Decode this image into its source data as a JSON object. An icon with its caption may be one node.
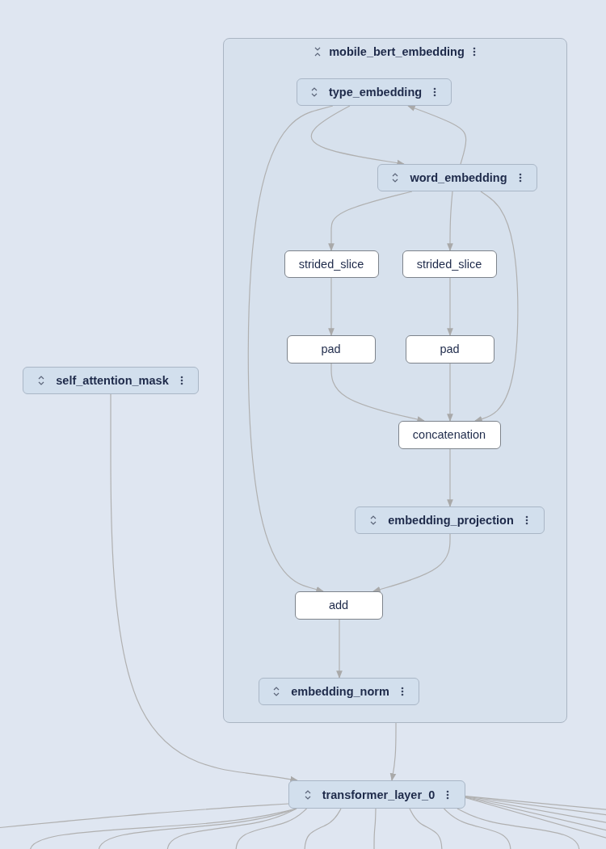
{
  "diagram": {
    "nodes": [
      {
        "text": [
          "mobile_bert_embedding"
        ]
      },
      {
        "text": [
          "type_embedding"
        ],
        "in": 0
      },
      {
        "text": [
          "word_embedding"
        ],
        "in": 0
      },
      {
        "text": [
          "strided_slice"
        ],
        "in": 0
      },
      {
        "text": [
          "strided_slice"
        ],
        "in": 0
      },
      {
        "text": [
          "pad"
        ],
        "in": 0
      },
      {
        "text": [
          "pad"
        ],
        "in": 0
      },
      {
        "text": [
          "concatenation"
        ],
        "in": 0
      },
      {
        "text": [
          "embedding_projection"
        ],
        "in": 0
      },
      {
        "text": [
          "add"
        ],
        "in": 0
      },
      {
        "text": [
          "embedding_norm"
        ],
        "in": 0
      },
      {
        "text": [
          "self_attention_mask"
        ]
      },
      {
        "text": [
          "transformer_layer_0"
        ]
      }
    ],
    "edges": [
      {
        "from": 1,
        "to": 2,
        "arrow": "to"
      },
      {
        "from": 2,
        "to": 1,
        "arrow": "to"
      },
      {
        "from": 1,
        "to": 9,
        "arrow": "to"
      },
      {
        "from": 2,
        "to": 3,
        "arrow": "to"
      },
      {
        "from": 2,
        "to": 4,
        "arrow": "to"
      },
      {
        "from": 2,
        "to": 7,
        "arrow": "to"
      },
      {
        "from": 3,
        "to": 5,
        "arrow": "to"
      },
      {
        "from": 4,
        "to": 6,
        "arrow": "to"
      },
      {
        "from": 5,
        "to": 7,
        "arrow": "to"
      },
      {
        "from": 6,
        "to": 7,
        "arrow": "to"
      },
      {
        "from": 7,
        "to": 8,
        "arrow": "to"
      },
      {
        "from": 8,
        "to": 9,
        "arrow": "to"
      },
      {
        "from": 9,
        "to": 10,
        "arrow": "to"
      },
      {
        "from": 0,
        "to": 12,
        "arrow": "to"
      },
      {
        "from": 11,
        "to": 12,
        "arrow": "to"
      },
      {
        "from": 12,
        "to": null,
        "arrow": "none"
      },
      {
        "from": 12,
        "to": null,
        "arrow": "none"
      },
      {
        "from": 12,
        "to": null,
        "arrow": "none"
      },
      {
        "from": 12,
        "to": null,
        "arrow": "none"
      },
      {
        "from": 12,
        "to": null,
        "arrow": "none"
      },
      {
        "from": 12,
        "to": null,
        "arrow": "none"
      },
      {
        "from": 12,
        "to": null,
        "arrow": "none"
      },
      {
        "from": 12,
        "to": null,
        "arrow": "none"
      },
      {
        "from": 12,
        "to": null,
        "arrow": "none"
      },
      {
        "from": 12,
        "to": null,
        "arrow": "none"
      },
      {
        "from": 12,
        "to": null,
        "arrow": "none"
      },
      {
        "from": 12,
        "to": null,
        "arrow": "none"
      },
      {
        "from": 12,
        "to": null,
        "arrow": "none"
      },
      {
        "from": 12,
        "to": null,
        "arrow": "none"
      },
      {
        "from": 12,
        "to": null,
        "arrow": "none"
      }
    ]
  }
}
